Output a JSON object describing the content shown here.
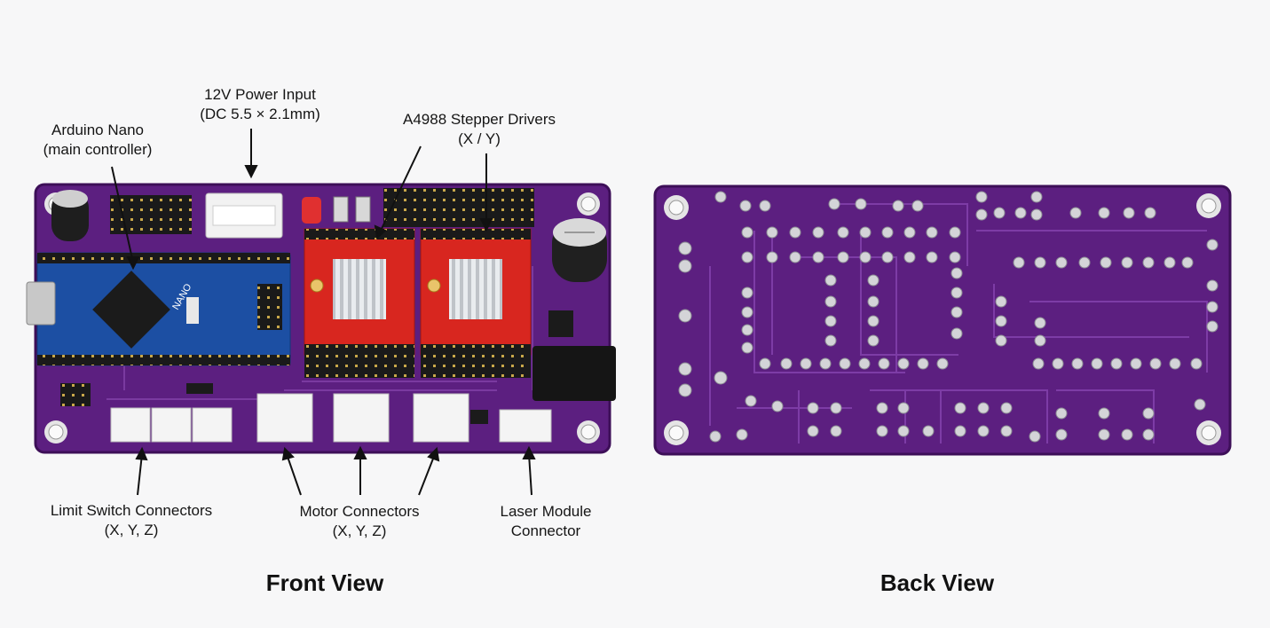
{
  "labels": {
    "arduino": {
      "line1": "Arduino Nano",
      "line2": "(main controller)"
    },
    "power": {
      "line1": "12V Power Input",
      "line2": "(DC 5.5 × 2.1mm)"
    },
    "drivers": {
      "line1": "A4988 Stepper Drivers",
      "line2": "(X / Y)"
    },
    "limit": {
      "line1": "Limit Switch Connectors",
      "line2": "(X, Y, Z)"
    },
    "motor": {
      "line1": "Motor Connectors",
      "line2": "(X, Y, Z)"
    },
    "laser": {
      "line1": "Laser Module",
      "line2": "Connector"
    }
  },
  "nano_silk": "NANO",
  "views": {
    "front": "Front View",
    "back": "Back View"
  },
  "colors": {
    "pcb": "#5c1f80",
    "pcb_edge": "#3d0f58",
    "nano": "#1c4fa3",
    "driver": "#d8261f",
    "background": "#f7f7f8"
  }
}
